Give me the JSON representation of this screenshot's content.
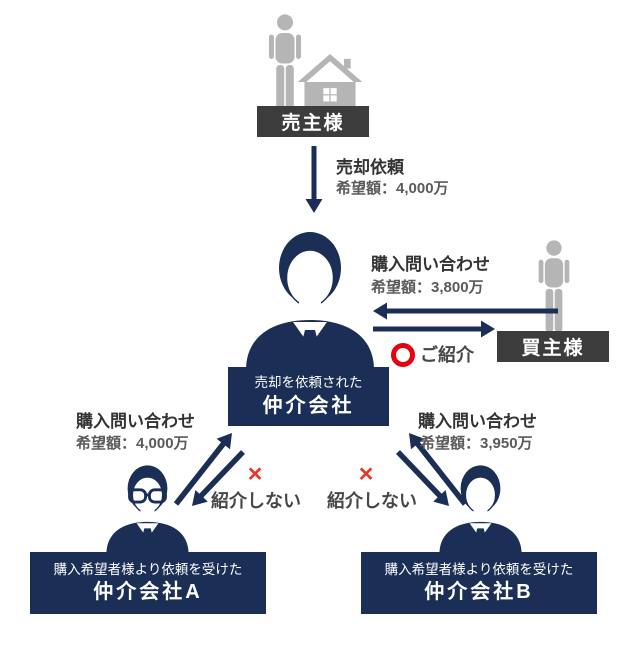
{
  "colors": {
    "navy": "#1b2e55",
    "dark_box": "#3c3c3c",
    "gray_icon": "#b5b5b5",
    "red_x": "#e6372e",
    "red_ring": "#e60012",
    "text_dark": "#333333",
    "text_gray": "#5a5a5a"
  },
  "seller": {
    "label": "売主様"
  },
  "sale_request": {
    "title": "売却依頼",
    "amount": "希望額：4,000万"
  },
  "buyer": {
    "label": "買主様"
  },
  "buyer_inquiry": {
    "title": "購入問い合わせ",
    "amount": "希望額：3,800万"
  },
  "referral": {
    "label": "ご紹介"
  },
  "center_broker": {
    "line1": "売却を依頼された",
    "line2": "仲介会社"
  },
  "broker_a": {
    "inquiry_title": "購入問い合わせ",
    "inquiry_amount": "希望額：4,000万",
    "x_mark": "×",
    "no_referral": "紹介しない",
    "box_line1": "購入希望者様より依頼を受けた",
    "box_line2": "仲介会社A"
  },
  "broker_b": {
    "inquiry_title": "購入問い合わせ",
    "inquiry_amount": "希望額：3,950万",
    "x_mark": "×",
    "no_referral": "紹介しない",
    "box_line1": "購入希望者様より依頼を受けた",
    "box_line2": "仲介会社B"
  }
}
